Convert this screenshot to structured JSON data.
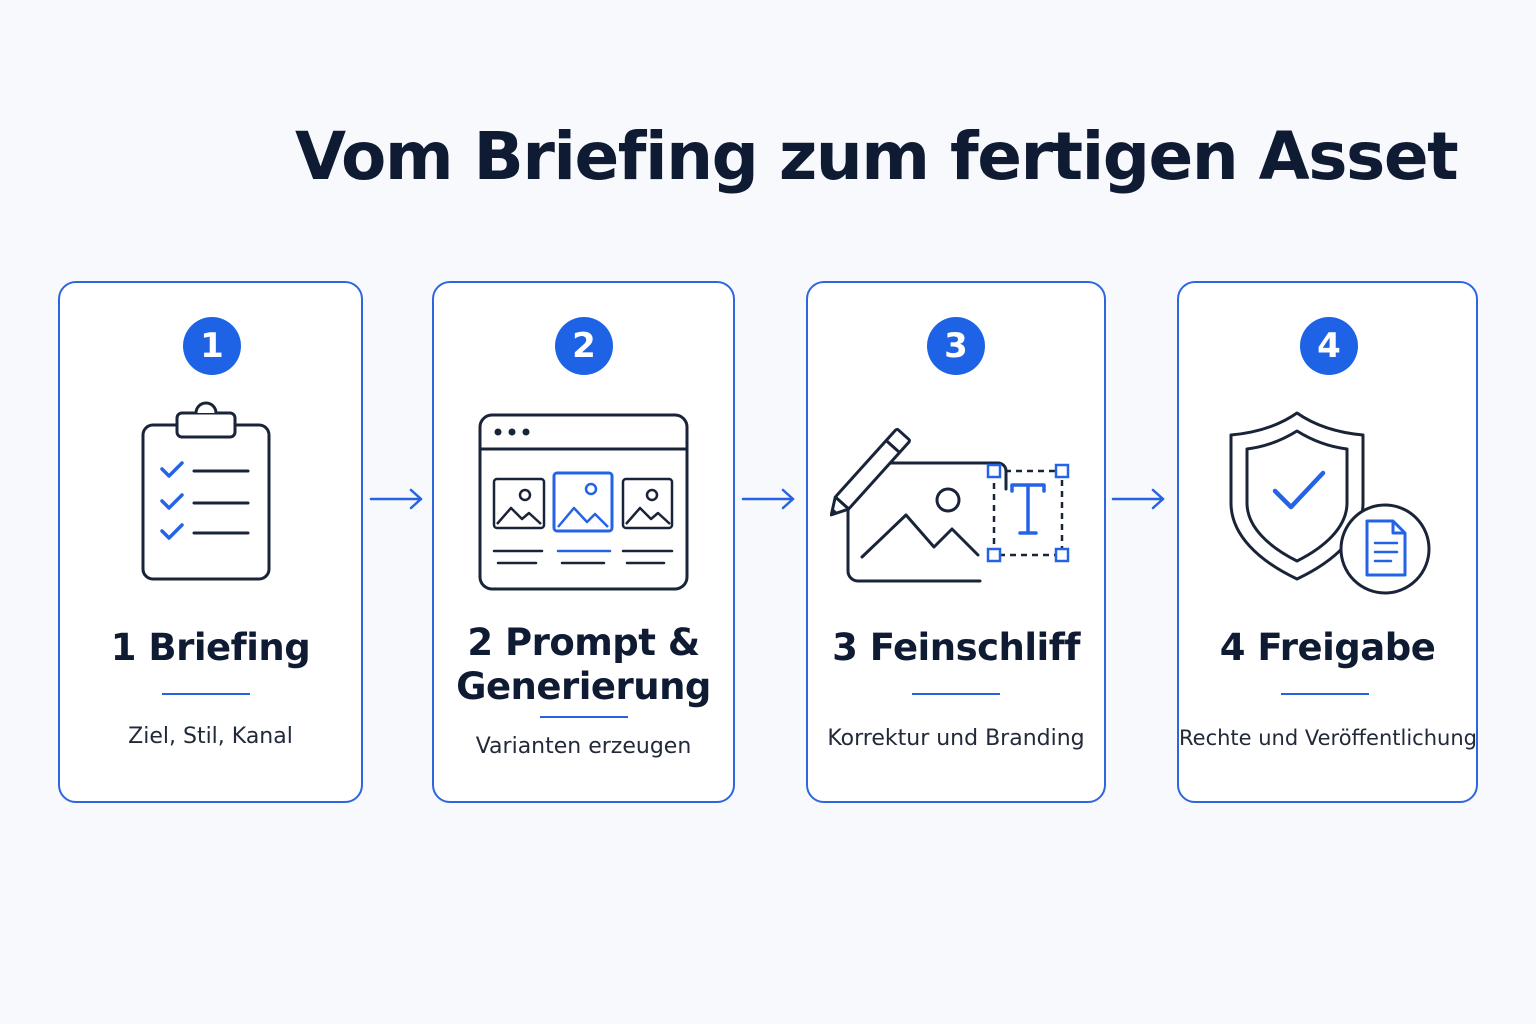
{
  "title": "Vom Briefing zum fertigen Asset",
  "colors": {
    "accent": "#1e63e6",
    "border": "#2f66e0",
    "text": "#0f1a33",
    "background": "#f7f9fc"
  },
  "steps": [
    {
      "number": "1",
      "title_lines": [
        "1 Briefing"
      ],
      "description": "Ziel, Stil, Kanal",
      "icon": "clipboard-checklist-icon"
    },
    {
      "number": "2",
      "title_lines": [
        "2 Prompt &",
        "Generierung"
      ],
      "description": "Varianten erzeugen",
      "icon": "browser-image-variants-icon"
    },
    {
      "number": "3",
      "title_lines": [
        "3 Feinschliff"
      ],
      "description": "Korrektur und Branding",
      "icon": "edit-image-text-icon"
    },
    {
      "number": "4",
      "title_lines": [
        "4 Freigabe"
      ],
      "description": "Rechte und Veröffentlichung",
      "icon": "shield-check-document-icon"
    }
  ]
}
